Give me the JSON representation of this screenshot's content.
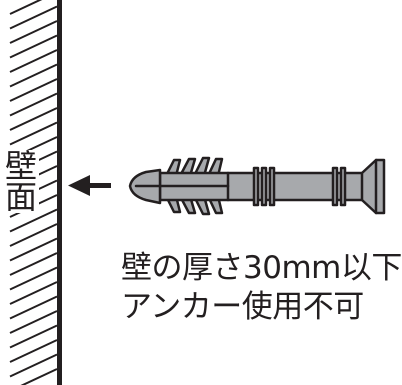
{
  "wall_label": [
    "壁",
    "面"
  ],
  "caption": {
    "line1": "壁の厚さ30mm以下",
    "line2": "アンカー使用不可"
  },
  "icons": {
    "wall": "hatched-wall-icon",
    "arrow": "arrow-left-icon",
    "anchor": "wall-anchor-icon"
  },
  "colors": {
    "ink": "#231f20",
    "anchor_fill": "#a7a9ac",
    "background": "#ffffff"
  }
}
